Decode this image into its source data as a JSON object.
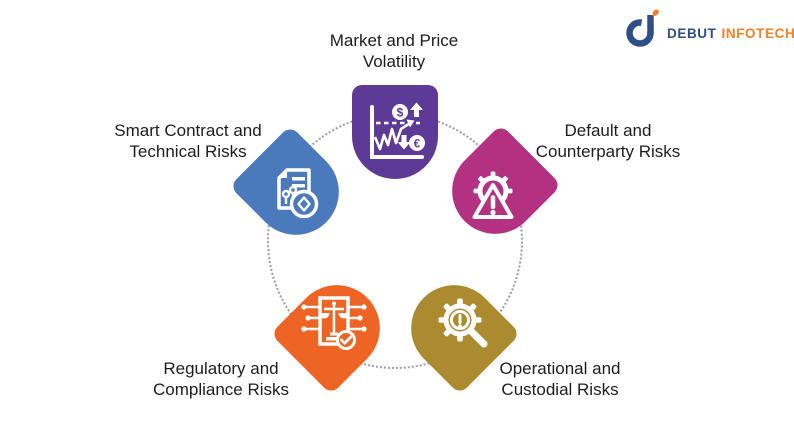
{
  "logo": {
    "brand_first": "DEBUT",
    "brand_second": "INFOTECH",
    "colors": {
      "navy": "#2d4e86",
      "orange": "#f08126"
    }
  },
  "diagram": {
    "circle_style": "dotted",
    "items": [
      {
        "id": "market-price-volatility",
        "label_line1": "Market and Price",
        "label_line2": "Volatility",
        "color": "#5d3a96",
        "icon": "price-volatility-chart-icon",
        "coin_symbols": [
          "$",
          "€"
        ]
      },
      {
        "id": "default-counterparty-risks",
        "label_line1": "Default and",
        "label_line2": "Counterparty Risks",
        "color": "#b23180",
        "icon": "gear-warning-triangle-icon"
      },
      {
        "id": "operational-custodial-risks",
        "label_line1": "Operational and",
        "label_line2": "Custodial Risks",
        "color": "#ab8a30",
        "icon": "gear-magnifier-alert-icon"
      },
      {
        "id": "regulatory-compliance-risks",
        "label_line1": "Regulatory and",
        "label_line2": "Compliance Risks",
        "color": "#ed6424",
        "icon": "scales-document-check-icon"
      },
      {
        "id": "smart-contract-technical-risks",
        "label_line1": "Smart Contract and",
        "label_line2": "Technical Risks",
        "color": "#4a79bc",
        "icon": "smart-contract-document-coin-icon"
      }
    ]
  }
}
